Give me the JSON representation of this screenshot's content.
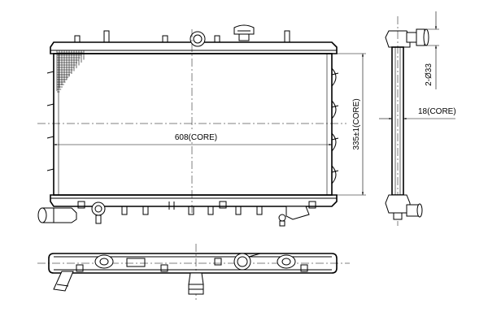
{
  "dimensions": {
    "core_width": "608(CORE)",
    "core_height": "335±1(CORE)",
    "core_thickness": "18(CORE)",
    "pipe_diameter": "2-Ø33"
  }
}
